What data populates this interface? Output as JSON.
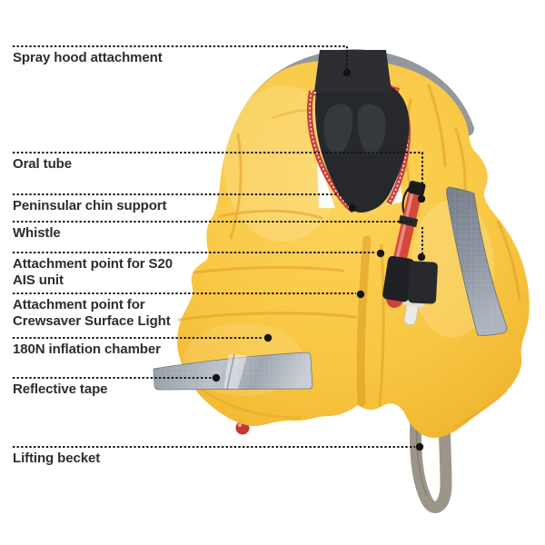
{
  "diagram": {
    "description": "Labeled diagram of a yellow 180N inflatable lifejacket",
    "label_color": "#2d2d2d",
    "leader_line_color": "#141414",
    "labels": [
      {
        "id": "spray-hood-attachment",
        "text": "Spray hood attachment"
      },
      {
        "id": "oral-tube",
        "text": "Oral tube"
      },
      {
        "id": "peninsular-chin-support",
        "text": "Peninsular chin support"
      },
      {
        "id": "whistle",
        "text": "Whistle"
      },
      {
        "id": "attachment-point-s20-ais",
        "text": "Attachment point for S20\nAIS unit"
      },
      {
        "id": "attachment-point-surface-light",
        "text": "Attachment point for\nCrewsaver Surface Light"
      },
      {
        "id": "inflation-chamber-180n",
        "text": "180N inflation chamber"
      },
      {
        "id": "reflective-tape",
        "text": "Reflective tape"
      },
      {
        "id": "lifting-becket",
        "text": "Lifting becket"
      }
    ],
    "colors": {
      "jacket_yellow": "#F8C641",
      "jacket_fold_orange": "#DE9A22",
      "collar_black": "#26282B",
      "top_strap_black": "#2C2E31",
      "piping_red": "#C9423A",
      "oral_tube_red": "#D6473B",
      "reflective_tape_grey": "#8A93A0",
      "top_band_grey": "#94989C",
      "becket_strap_grey": "#9C968A",
      "bulb_red": "#C8382E"
    }
  }
}
